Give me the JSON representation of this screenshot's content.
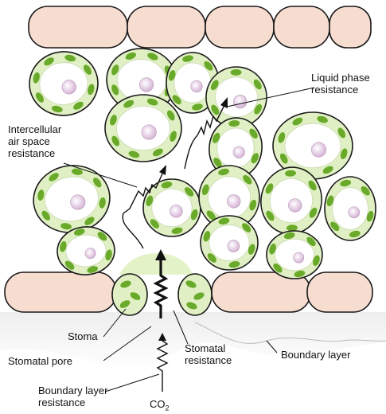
{
  "labels": {
    "liquid_phase": "Liquid phase\nresistance",
    "intercellular": "Intercellular\nair space\nresistance",
    "stoma": "Stoma",
    "stomatal_resistance": "Stomatal\nresistance",
    "stomatal_pore": "Stomatal pore",
    "boundary_layer": "Boundary layer",
    "boundary_layer_resistance": "Boundary layer\nresistance",
    "co2_main": "CO",
    "co2_sub": "2"
  },
  "colors": {
    "epidermis_fill": "#f6ddd0",
    "mesophyll_fill": "#e0f0c4",
    "vacuole_fill": "#ffffff",
    "chloroplast": "#6aaa2a",
    "nucleus": "#e6c6e6",
    "outline": "#1a1a1a"
  }
}
